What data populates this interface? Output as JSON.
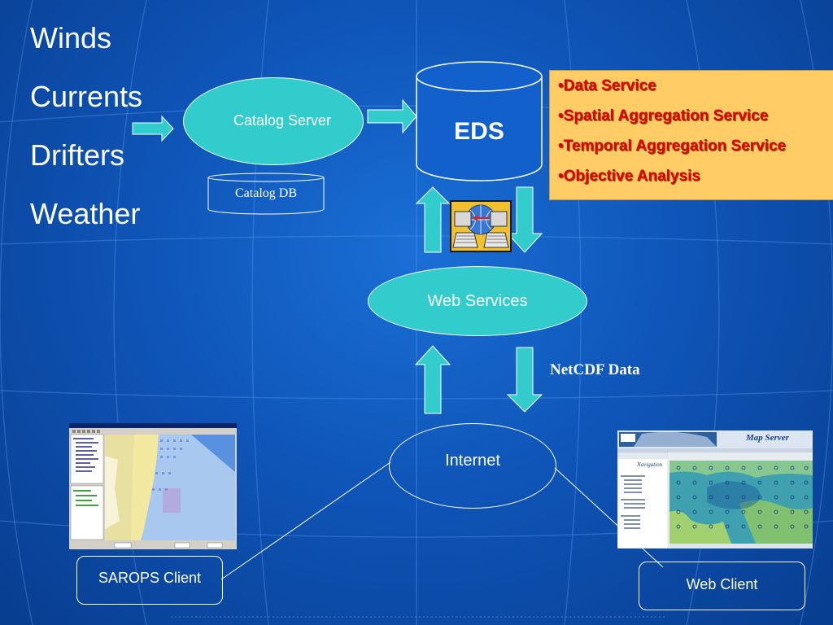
{
  "left_labels": [
    "Winds",
    "Currents",
    "Drifters",
    "Weather"
  ],
  "catalog_server": "Catalog Server",
  "catalog_db": "Catalog DB",
  "eds": "EDS",
  "services": [
    "•Data Service",
    "•Spatial Aggregation Service",
    "•Temporal Aggregation Service",
    "•Objective Analysis"
  ],
  "web_services": "Web Services",
  "netcdf": "NetCDF Data",
  "internet": "Internet",
  "sarops_client": "SAROPS Client",
  "web_client": "Web Client",
  "map_server_title": "Map Server",
  "navigation": "Navigation",
  "colors": {
    "background": "#0f55b8",
    "ellipse_fill": "#33cccc",
    "arrow_fill": "#33cccc",
    "services_box": "#ffcc66",
    "services_text": "#e00000"
  }
}
